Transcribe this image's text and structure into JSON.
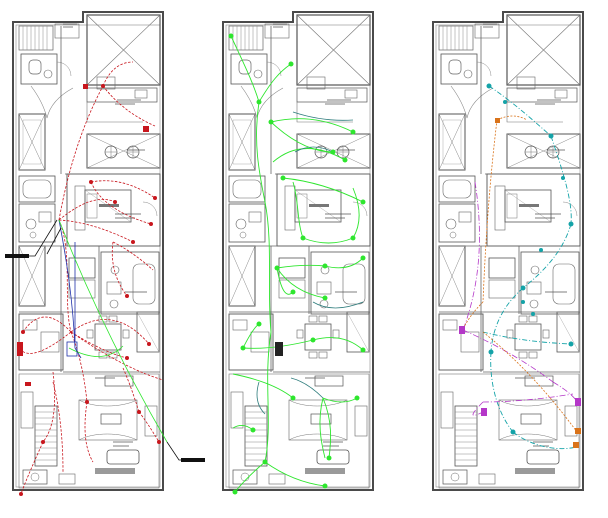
{
  "drawing": {
    "sheets": [
      {
        "id": "plan-left",
        "circuit_color": "#c8161d",
        "secondary_color": "#1f2fa8",
        "role": "power-outlets"
      },
      {
        "id": "plan-middle",
        "circuit_color": "#2ee62e",
        "secondary_color": "#2f7d7d",
        "role": "lighting"
      },
      {
        "id": "plan-right",
        "circuit_color": "#14a3a8",
        "secondary_color": "#b437c8",
        "tertiary_color": "#d9731a",
        "role": "special-systems"
      }
    ],
    "line_color": "#6e6e6e",
    "wall_color": "#4a4a4a",
    "background": "#ffffff"
  }
}
